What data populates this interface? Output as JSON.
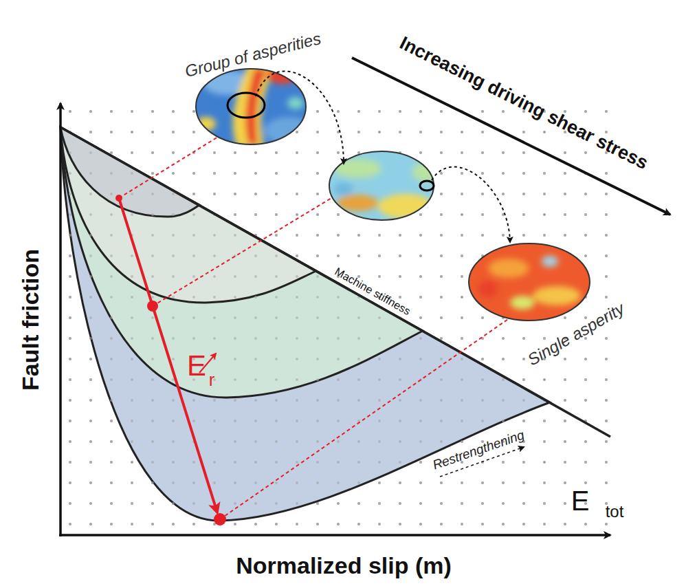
{
  "diagram": {
    "labels": [
      "Increasing driving shear stress",
      "Group of asperities",
      "Single asperity",
      "Machine stiffness",
      "E",
      "r",
      "Restrengthening",
      "E",
      "tot",
      "Fault friction",
      "Normalized slip (m)"
    ]
  }
}
